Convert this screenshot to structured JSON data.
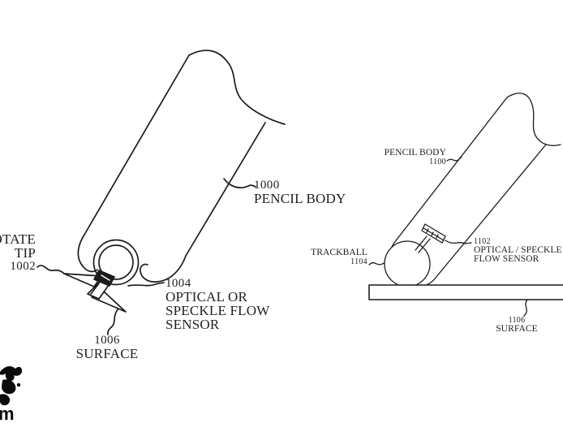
{
  "figures": {
    "left": {
      "name": "pencil with rotatable tip and optical sensor",
      "labels": {
        "tip": {
          "line1": "ROTATE",
          "line2": "TIP",
          "number": "1002"
        },
        "body": {
          "number": "1000",
          "text": "PENCIL BODY"
        },
        "sensor": {
          "number": "1004",
          "line1": "OPTICAL OR",
          "line2": "SPECKLE FLOW",
          "line3": "SENSOR"
        },
        "surface": {
          "number": "1006",
          "text": "SURFACE"
        }
      }
    },
    "right": {
      "name": "pencil with trackball on surface",
      "labels": {
        "body": {
          "text": "PENCIL BODY",
          "number": "1100"
        },
        "sensor": {
          "number": "1102",
          "line1": "OPTICAL / SPECKLE",
          "line2": "FLOW SENSOR"
        },
        "trackball": {
          "text": "TRACKBALL",
          "number": "1104"
        },
        "surface": {
          "number": "1106",
          "text": "SURFACE"
        }
      }
    }
  },
  "watermark": {
    "icon": "ink-splash-logo",
    "text_fragment": "m"
  },
  "colors": {
    "background": "#ffffff",
    "line": "#1b1b1b",
    "text": "#1f1f1f"
  }
}
